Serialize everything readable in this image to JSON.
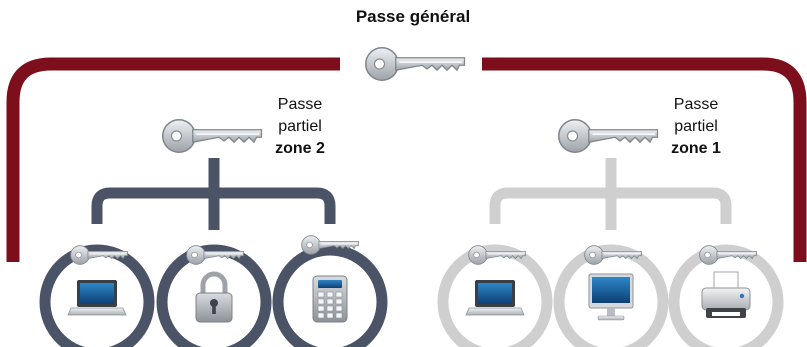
{
  "master": {
    "label": "Passe général",
    "icon": "key-icon"
  },
  "zone2": {
    "line1": "Passe",
    "line2": "partiel",
    "line3": "zone 2",
    "color": "#4b5367",
    "devices": [
      {
        "name": "laptop-icon"
      },
      {
        "name": "padlock-icon"
      },
      {
        "name": "keypad-icon"
      }
    ]
  },
  "zone1": {
    "line1": "Passe",
    "line2": "partiel",
    "line3": "zone 1",
    "color": "#cfcfcf",
    "devices": [
      {
        "name": "laptop-icon"
      },
      {
        "name": "monitor-icon"
      },
      {
        "name": "printer-icon"
      }
    ]
  },
  "colors": {
    "master_bracket": "#7d0f1c",
    "zone2": "#4b5367",
    "zone1": "#cfcfcf",
    "key": "#c9cdd2"
  }
}
